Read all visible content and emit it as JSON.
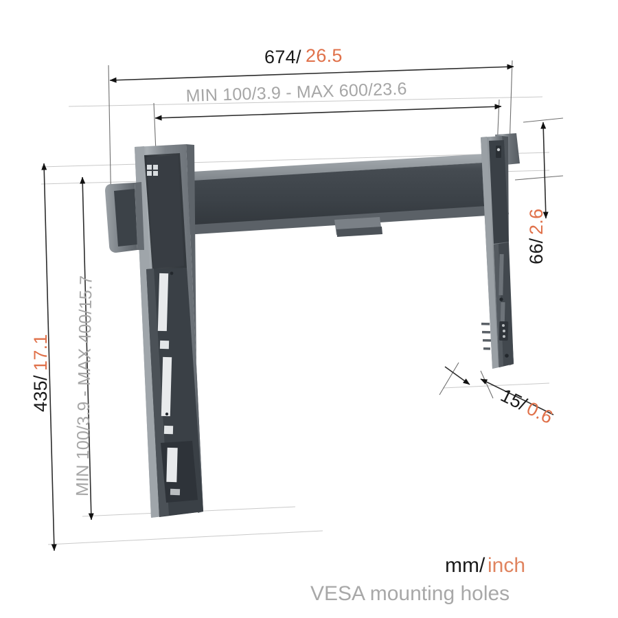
{
  "drawing": {
    "title": "TV wall mount technical dimension drawing",
    "background_color": "#ffffff",
    "colors": {
      "mm_text": "#1a1a1a",
      "inch_text": "#e0714a",
      "vesa_text": "#a6a6a6",
      "bracket_dark": "#3d4349",
      "bracket_mid": "#6b7177",
      "bracket_light": "#9aa0a5",
      "dimension_line": "#2b2b2b",
      "guide_line": "#c9c9c9"
    }
  },
  "dimensions": {
    "width_total": {
      "label_mm": "674/",
      "label_inch": "26.5",
      "full": "674/26.5",
      "orientation": "horizontal",
      "position": "top"
    },
    "vesa_horizontal": {
      "label": "MIN 100/3.9 - MAX 600/23.6",
      "orientation": "horizontal",
      "position": "top-inner"
    },
    "height_total": {
      "label_mm": "435/",
      "label_inch": "17.1",
      "full": "435/17.1",
      "orientation": "vertical",
      "position": "left-outer"
    },
    "vesa_vertical": {
      "label": "MIN 100/3.9 - MAX 400/15.7",
      "orientation": "vertical",
      "position": "left-inner"
    },
    "depth_top": {
      "label_mm": "66/",
      "label_inch": "2.6",
      "full": "66/2.6",
      "orientation": "vertical",
      "position": "right"
    },
    "depth_bottom": {
      "label_mm": "15/",
      "label_inch": "0.6",
      "full": "15/0.6",
      "orientation": "diagonal",
      "position": "bottom-right"
    }
  },
  "legend": {
    "units_mm": "mm/",
    "units_inch": "inch",
    "units_full": "mm/inch",
    "vesa_note": "VESA mounting holes"
  }
}
